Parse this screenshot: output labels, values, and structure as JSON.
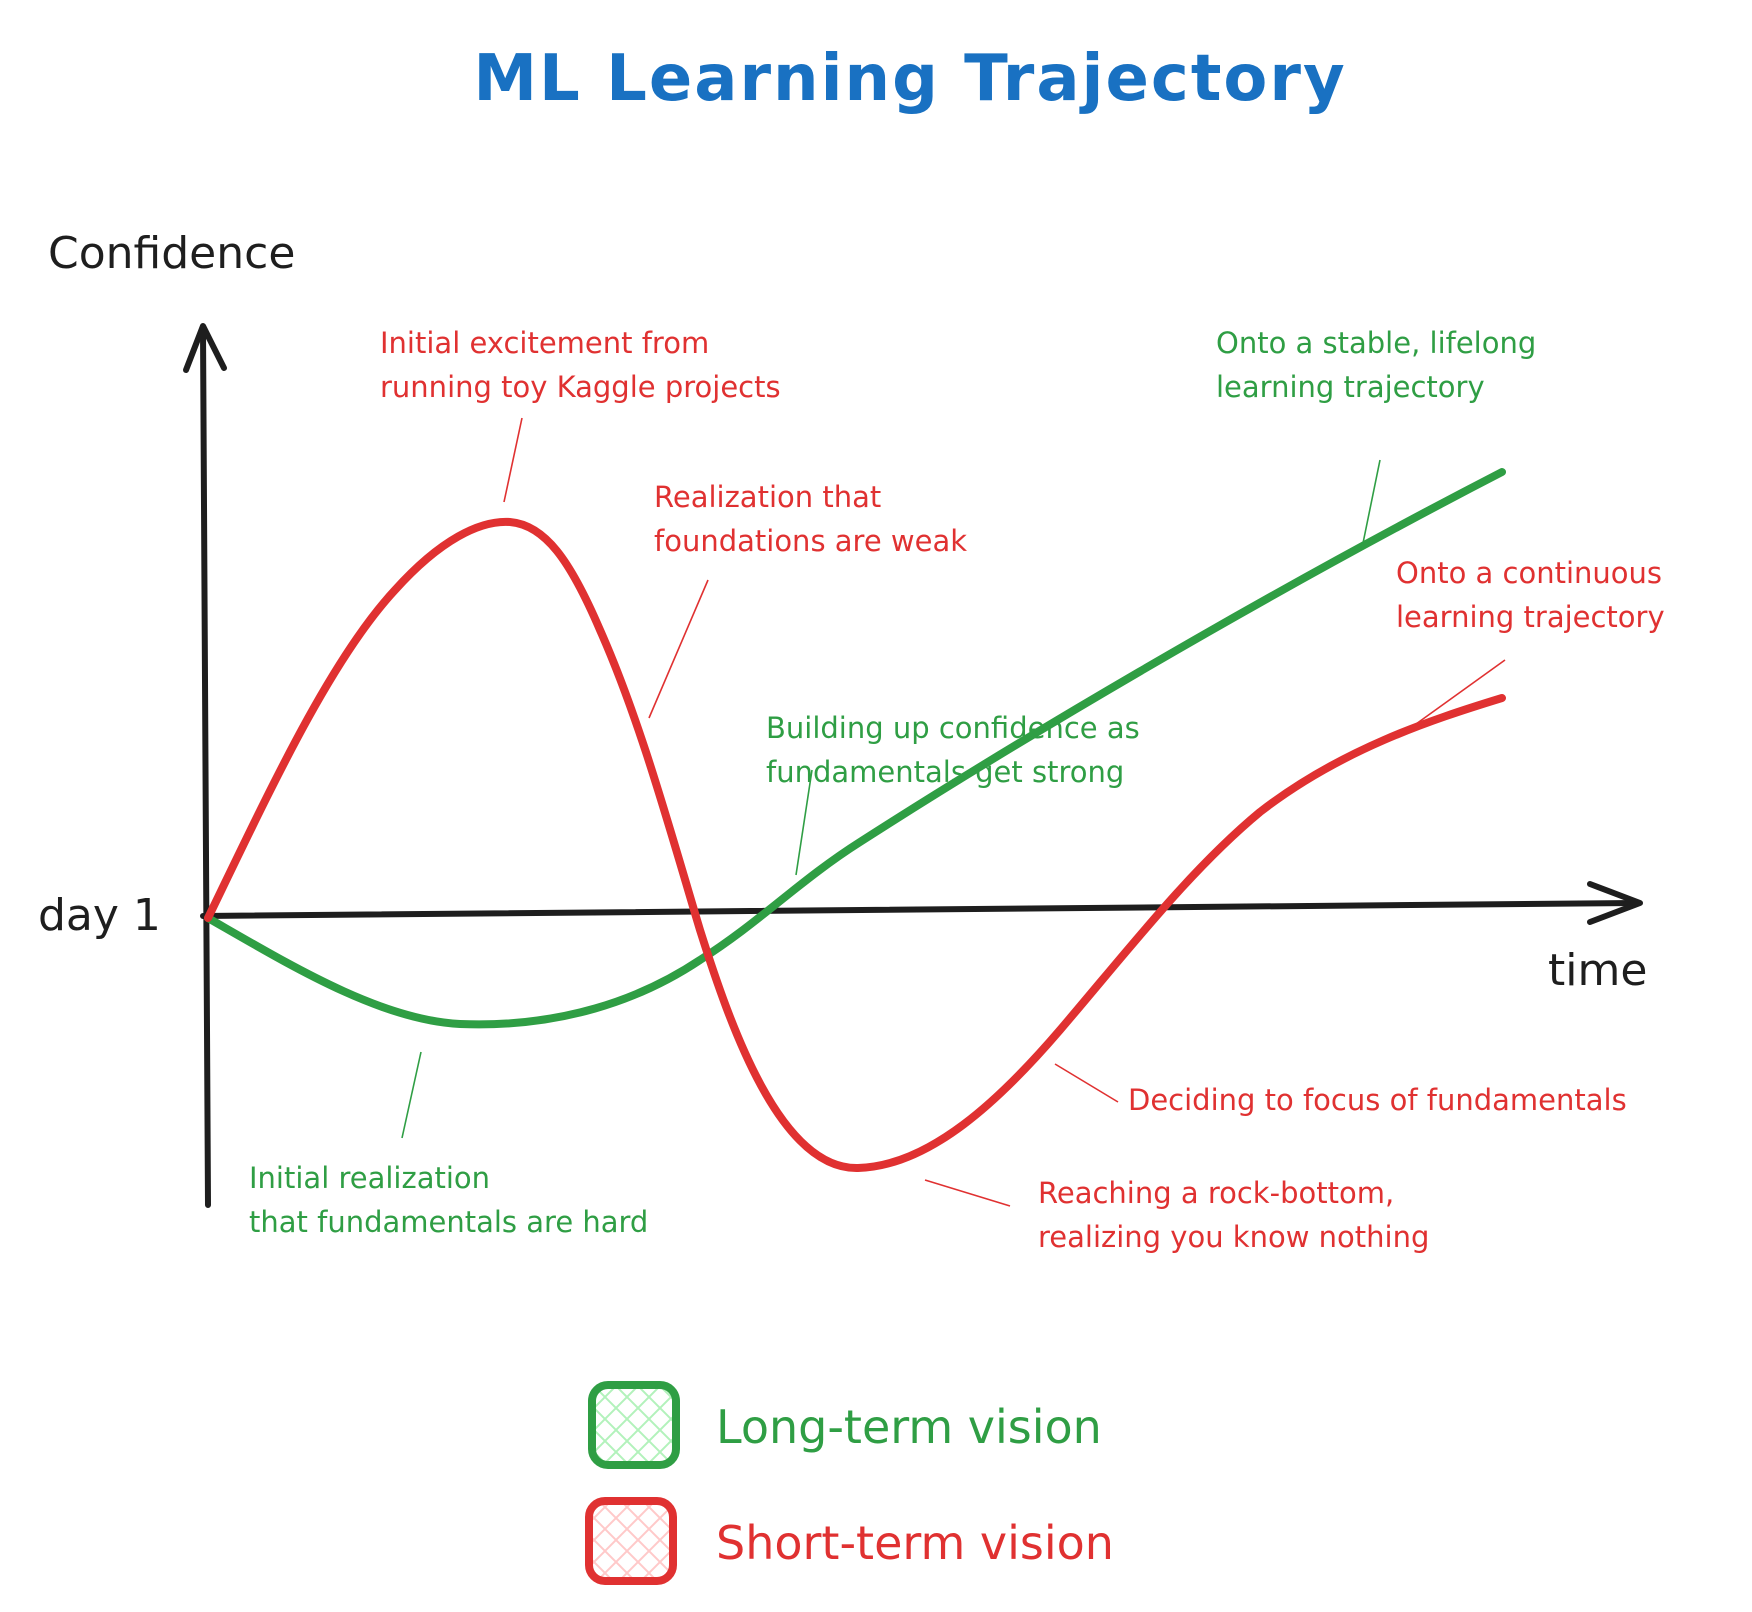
{
  "title": "ML Learning Trajectory",
  "axes": {
    "y_label": "Confidence",
    "x_label": "time",
    "origin_label": "day 1"
  },
  "colors": {
    "title": "#1971c2",
    "axis": "#1e1e1e",
    "long_term": "#2f9e44",
    "short_term": "#e03131",
    "long_term_fill": "#b2f2bb",
    "short_term_fill": "#ffc9c9"
  },
  "annotations": {
    "excitement": [
      "Initial excitement from",
      "running toy Kaggle projects"
    ],
    "realization_weak": [
      "Realization that",
      "foundations are weak"
    ],
    "stable": [
      "Onto a stable, lifelong",
      "learning trajectory"
    ],
    "continuous": [
      "Onto a continuous",
      "learning trajectory"
    ],
    "building_up": [
      "Building up confidence as",
      "fundamentals get strong"
    ],
    "initial_hard": [
      "Initial realization",
      "that fundamentals are hard"
    ],
    "deciding": [
      "Deciding to focus of fundamentals"
    ],
    "rock_bottom": [
      "Reaching a rock-bottom,",
      "realizing you know nothing"
    ]
  },
  "legend": {
    "long_term": "Long-term vision",
    "short_term": "Short-term vision"
  }
}
